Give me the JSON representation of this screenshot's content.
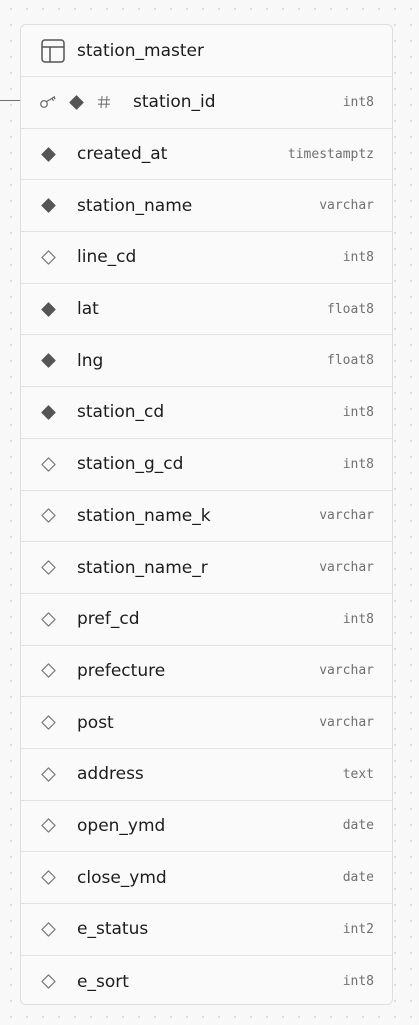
{
  "table": {
    "name": "station_master",
    "icon": "table-icon"
  },
  "columns": [
    {
      "name": "station_id",
      "type": "int8",
      "primary_key": true,
      "nullable": false,
      "identity": true
    },
    {
      "name": "created_at",
      "type": "timestamptz",
      "nullable": false
    },
    {
      "name": "station_name",
      "type": "varchar",
      "nullable": false
    },
    {
      "name": "line_cd",
      "type": "int8",
      "nullable": true
    },
    {
      "name": "lat",
      "type": "float8",
      "nullable": false
    },
    {
      "name": "lng",
      "type": "float8",
      "nullable": false
    },
    {
      "name": "station_cd",
      "type": "int8",
      "nullable": false
    },
    {
      "name": "station_g_cd",
      "type": "int8",
      "nullable": true
    },
    {
      "name": "station_name_k",
      "type": "varchar",
      "nullable": true
    },
    {
      "name": "station_name_r",
      "type": "varchar",
      "nullable": true
    },
    {
      "name": "pref_cd",
      "type": "int8",
      "nullable": true
    },
    {
      "name": "prefecture",
      "type": "varchar",
      "nullable": true
    },
    {
      "name": "post",
      "type": "varchar",
      "nullable": true
    },
    {
      "name": "address",
      "type": "text",
      "nullable": true
    },
    {
      "name": "open_ymd",
      "type": "date",
      "nullable": true
    },
    {
      "name": "close_ymd",
      "type": "date",
      "nullable": true
    },
    {
      "name": "e_status",
      "type": "int2",
      "nullable": true
    },
    {
      "name": "e_sort",
      "type": "int8",
      "nullable": true
    }
  ],
  "colors": {
    "icon": "#555555",
    "type_text": "#707070",
    "border": "#e2e2e2",
    "card_bg": "#fafafa"
  },
  "icons": {
    "primary_key": "key-icon",
    "not_null": "filled-diamond-icon",
    "nullable": "hollow-diamond-icon",
    "identity": "hash-icon"
  }
}
